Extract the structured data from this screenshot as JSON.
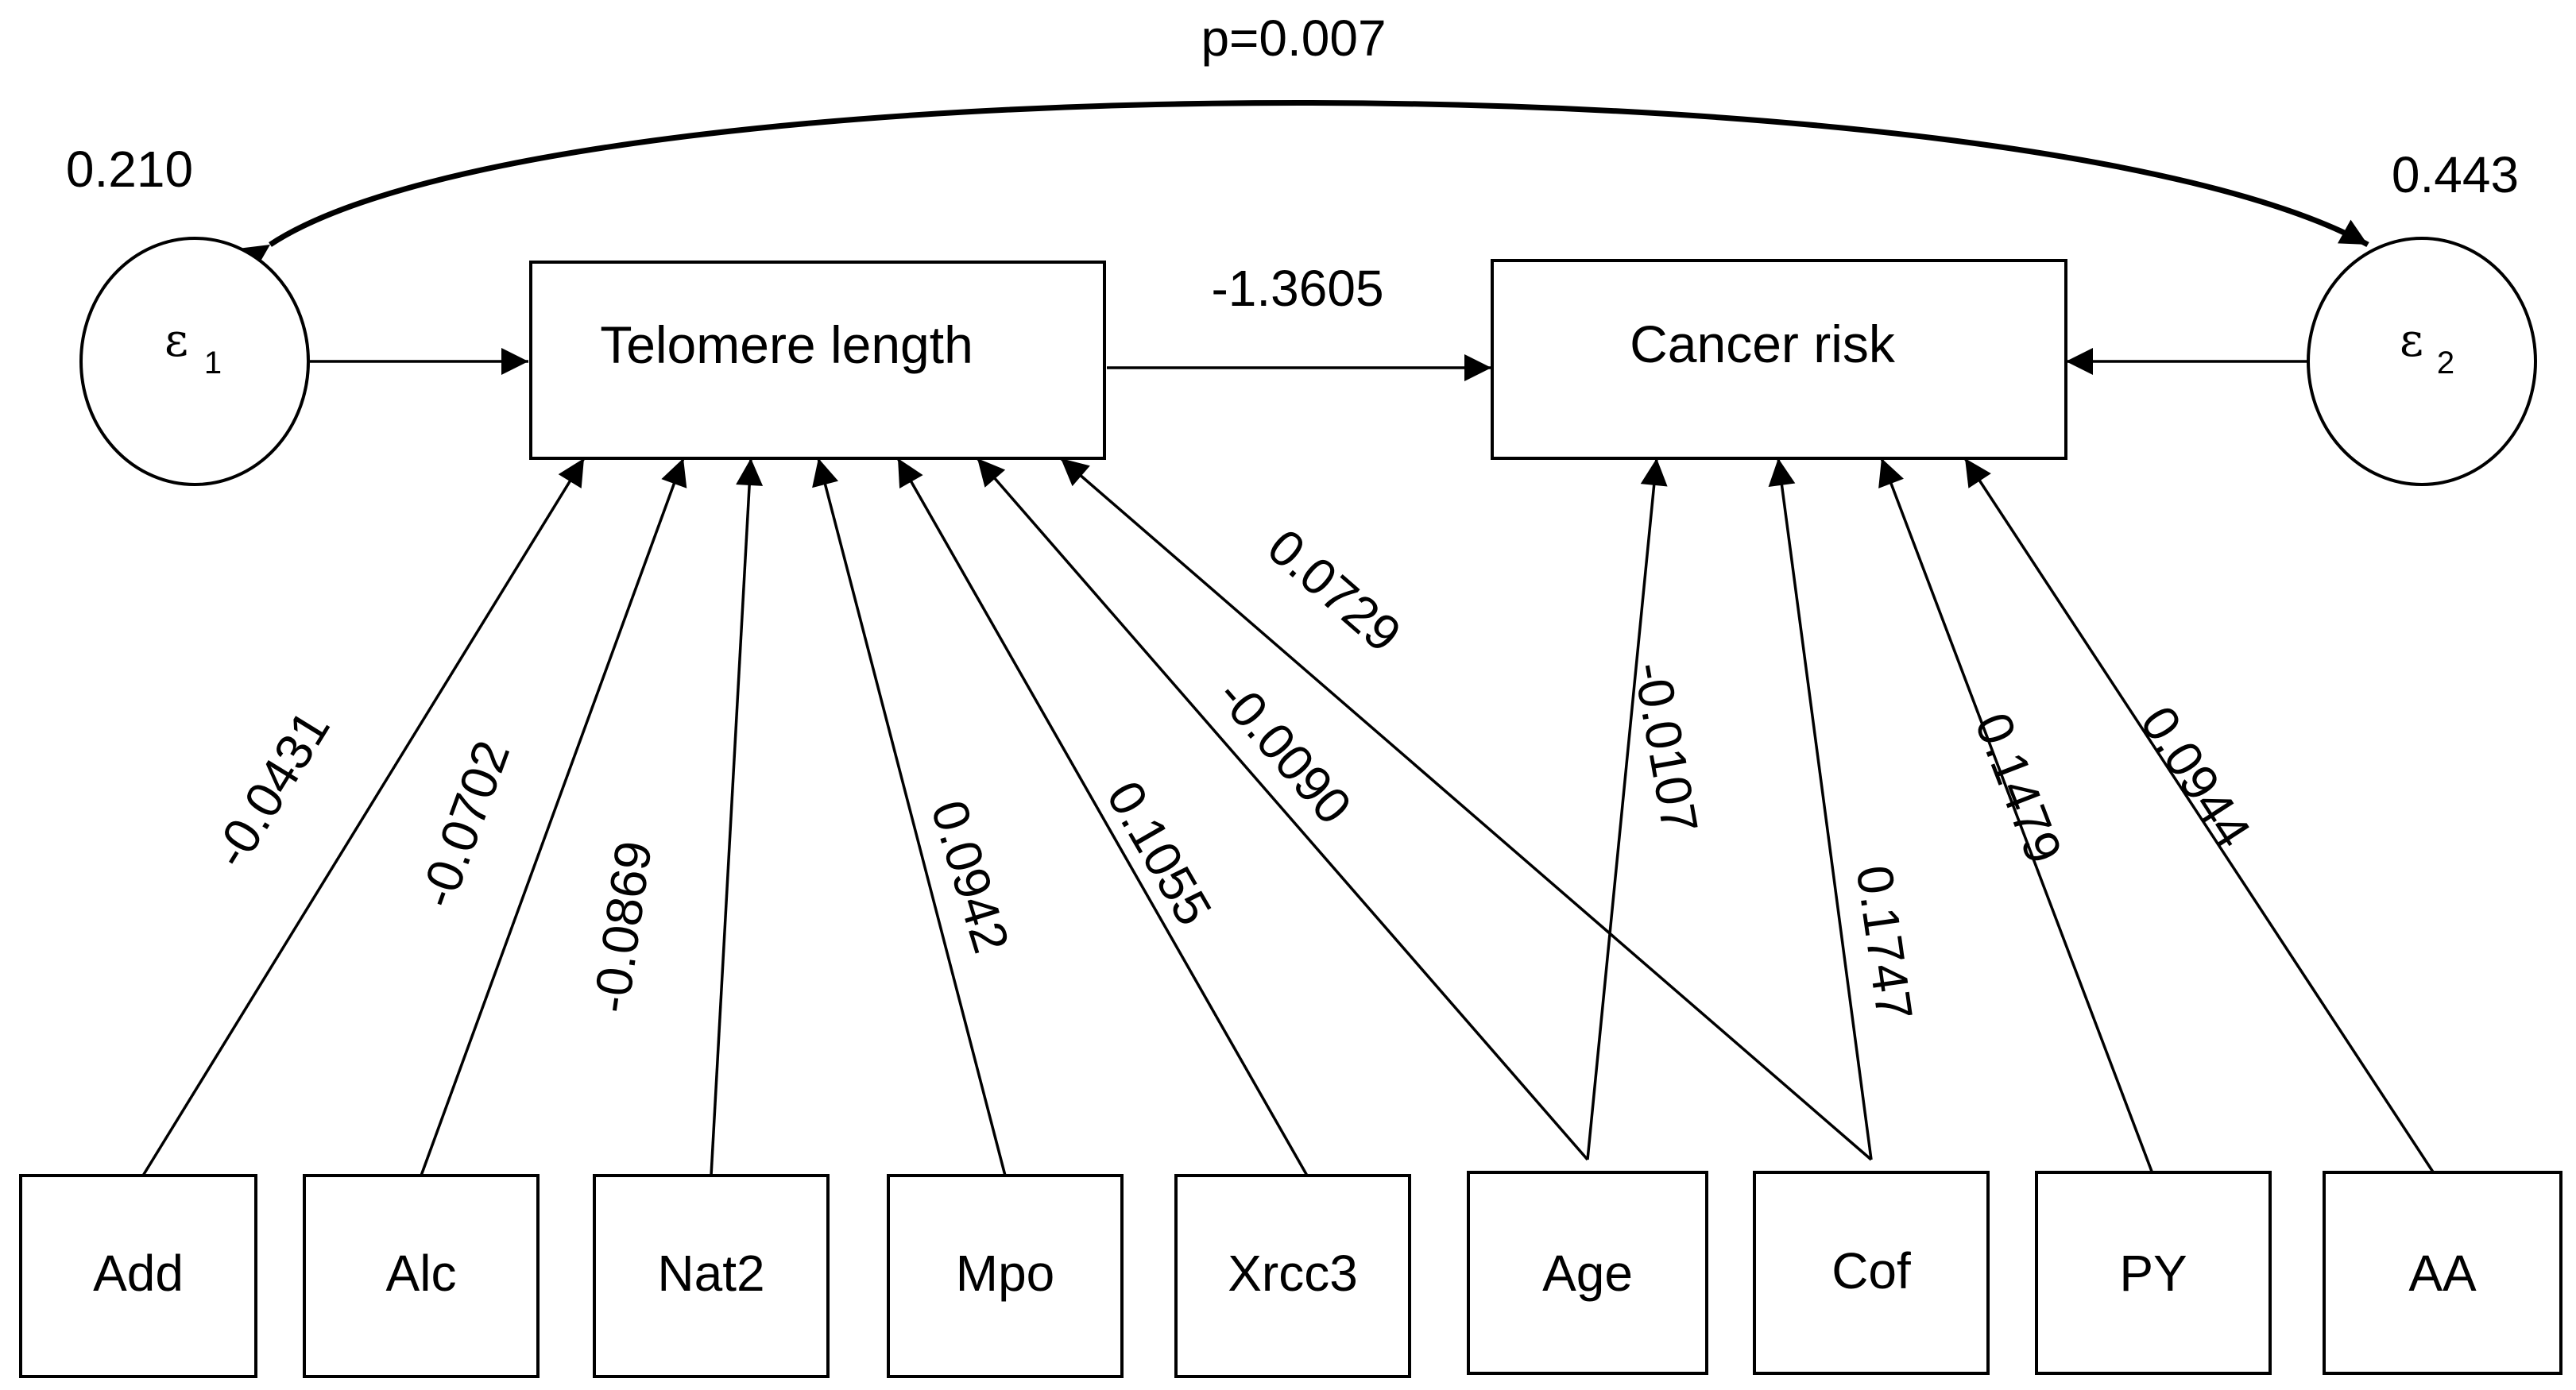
{
  "nodes": {
    "telomere": "Telomere length",
    "cancer": "Cancer risk",
    "err1": {
      "symbol": "ε",
      "sub": "1"
    },
    "err2": {
      "symbol": "ε",
      "sub": "2"
    }
  },
  "predictors": [
    "Add",
    "Alc",
    "Nat2",
    "Mpo",
    "Xrcc3",
    "Age",
    "Cof",
    "PY",
    "AA"
  ],
  "variances": {
    "err1": "0.210",
    "err2": "0.443"
  },
  "covariance_label": "p=0.007",
  "path_telomere_cancer": "-1.3605",
  "coefficients": {
    "add": "-0.0431",
    "alc": "-0.0702",
    "nat2": "-0.0869",
    "mpo": "0.0942",
    "xrcc3": "0.1055",
    "age_tel": "-0.0090",
    "cof_tel": "0.0729",
    "age_can": "-0.0107",
    "cof_can": "0.1747",
    "py": "0.1479",
    "aa": "0.0944"
  }
}
